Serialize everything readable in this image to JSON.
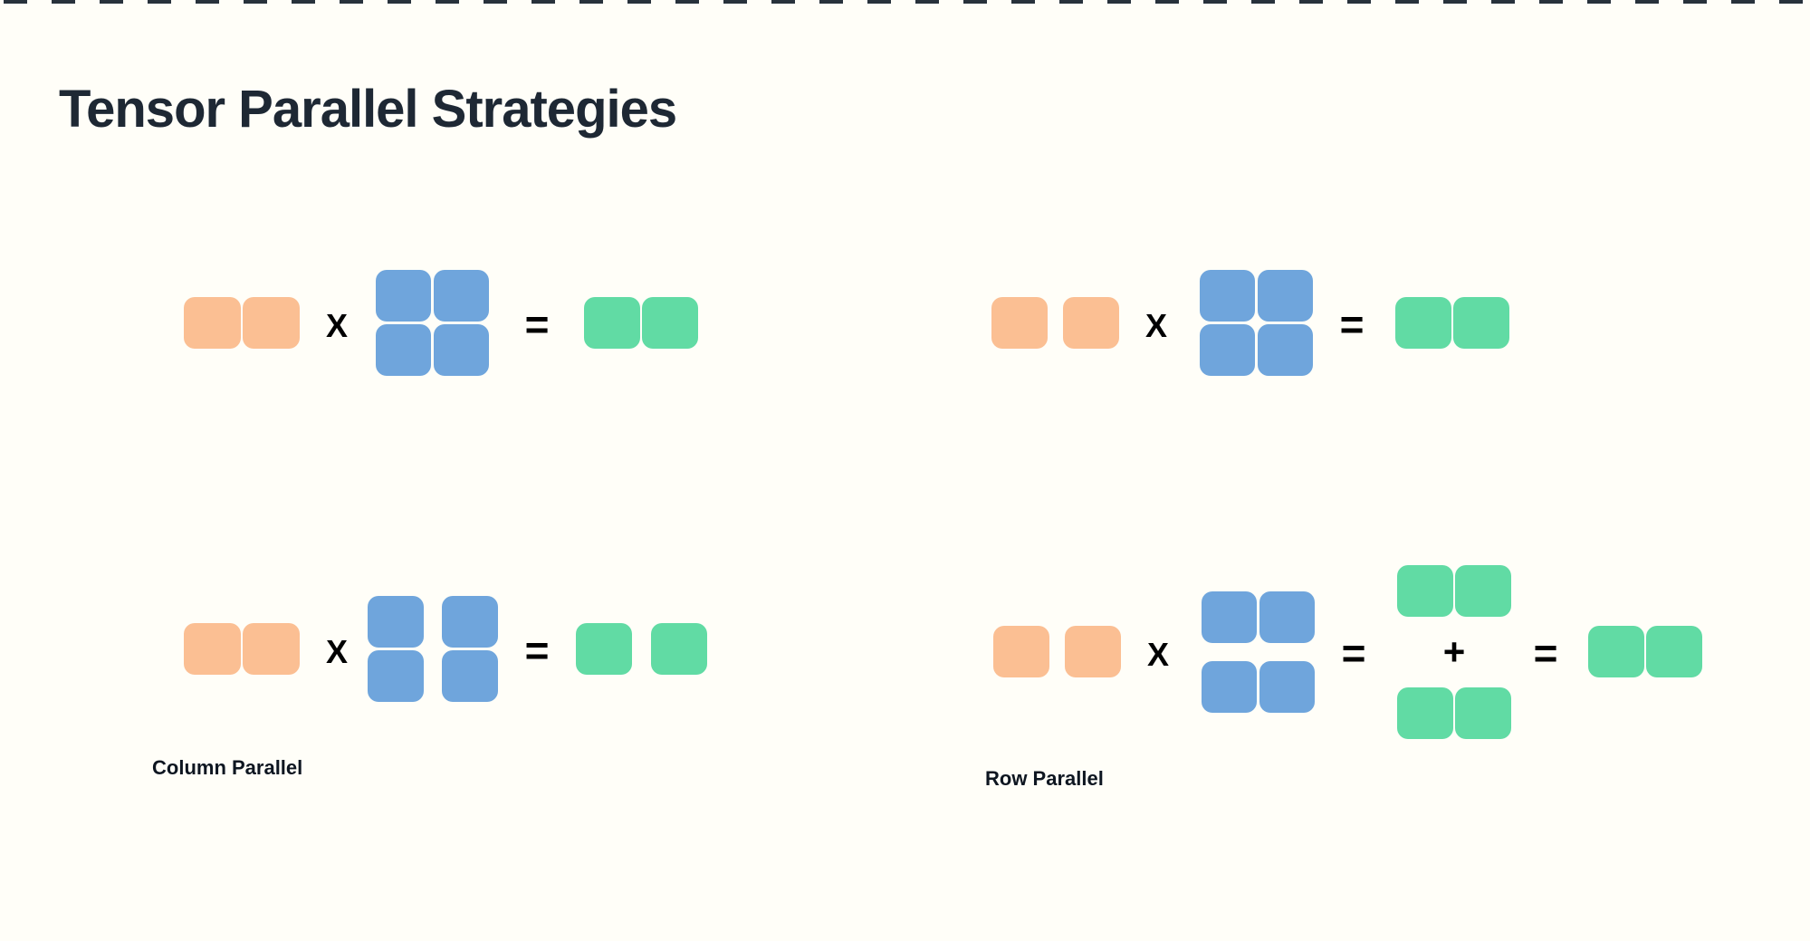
{
  "title": "Tensor Parallel Strategies",
  "colors": {
    "background": "#FFFEF8",
    "input": "#FBBF93",
    "weight": "#6FA5DC",
    "output": "#61DBA4",
    "title_text": "#1E2834",
    "label_text": "#0E1621",
    "operator": "#000000",
    "top_dashes": "#28323C"
  },
  "operators": {
    "multiply": "X",
    "equals": "=",
    "plus": "+"
  },
  "labels": {
    "column_parallel": "Column Parallel",
    "row_parallel": "Row Parallel"
  },
  "diagrams": {
    "top_left": {
      "description": "unsplit matmul: input row (2 touching blocks) X weight 2x2 (unsplit) = output row (2 touching blocks)",
      "input_blocks": 2,
      "input_split": false,
      "weight_rows": 2,
      "weight_cols": 2,
      "weight_split": "none",
      "output_blocks": 2,
      "output_split": false
    },
    "top_right": {
      "description": "unsplit matmul with split input: input row (2 gapped blocks) X weight 2x2 (unsplit) = output row (2 touching blocks)",
      "input_blocks": 2,
      "input_split": true,
      "weight_rows": 2,
      "weight_cols": 2,
      "weight_split": "none",
      "output_blocks": 2,
      "output_split": false
    },
    "bottom_left": {
      "label": "Column Parallel",
      "description": "input row (2 touching blocks) X weight 2x2 split by columns = output row (2 gapped blocks)",
      "input_blocks": 2,
      "input_split": false,
      "weight_rows": 2,
      "weight_cols": 2,
      "weight_split": "columns",
      "output_blocks": 2,
      "output_split": true
    },
    "bottom_right": {
      "label": "Row Parallel",
      "description": "input row (2 gapped blocks) X weight 2x2 split by rows = partial output (2 touching) + partial output (2 touching) = output row (2 touching blocks)",
      "input_blocks": 2,
      "input_split": true,
      "weight_rows": 2,
      "weight_cols": 2,
      "weight_split": "rows",
      "partial_output_groups": 2,
      "partial_output_blocks": 2,
      "output_blocks": 2,
      "output_split": false
    }
  }
}
